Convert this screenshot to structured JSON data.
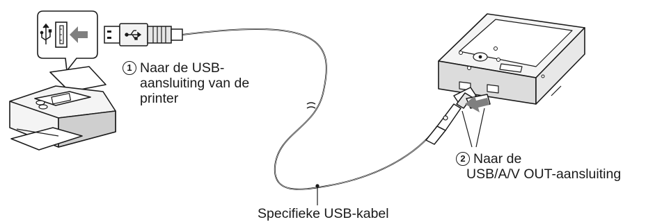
{
  "labels": {
    "printer_number": "1",
    "printer_line1": "Naar de USB-",
    "printer_line2": "aansluiting van de",
    "printer_line3": "printer",
    "camera_number": "2",
    "camera_line1": "Naar de",
    "camera_line2": "USB/A/V OUT-aansluiting",
    "cable": "Specifieke USB-kabel"
  },
  "colors": {
    "line": "#1a1a1a",
    "arrow_gray": "#7f7f7f",
    "device_fill": "#f4f4f4",
    "shade": "#cfcfcf"
  },
  "icons": {
    "usb_symbol": "usb-icon",
    "port_arrow": "arrow-left-icon"
  }
}
